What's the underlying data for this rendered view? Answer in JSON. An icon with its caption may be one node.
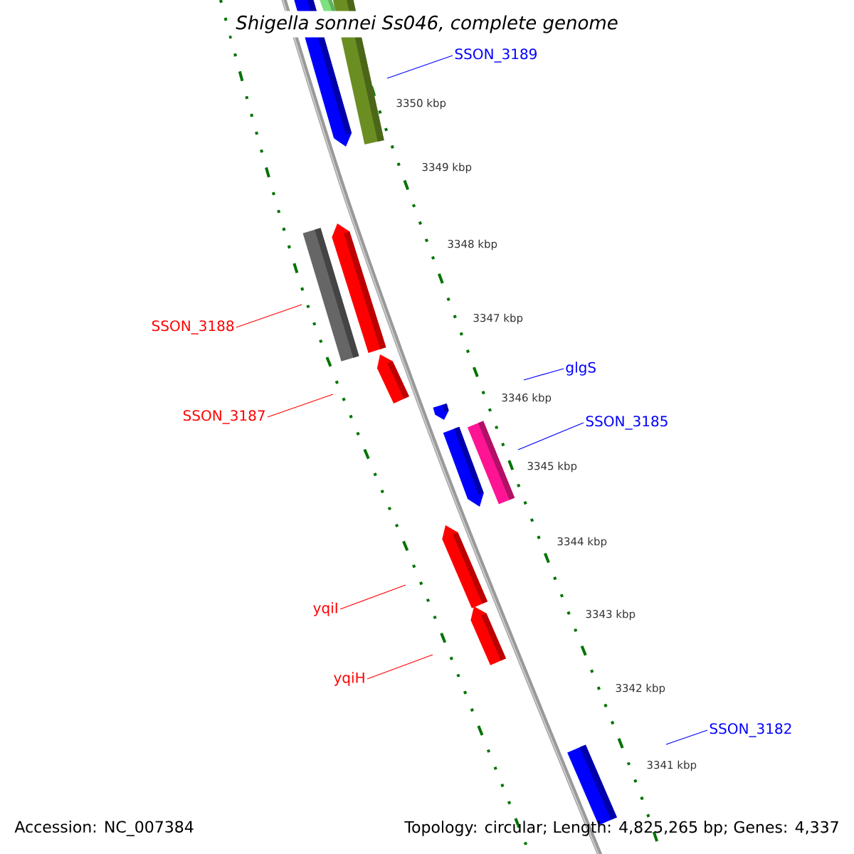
{
  "diagram": {
    "title": "Shigella sonnei Ss046, complete genome",
    "nodes": [
      {
        "text": [
          "SSON_3189"
        ]
      },
      {
        "text": [
          "SSON_3188"
        ]
      },
      {
        "text": [
          "glgS"
        ]
      },
      {
        "text": [
          "SSON_3187"
        ]
      },
      {
        "text": [
          "SSON_3185"
        ]
      },
      {
        "text": [
          "yqiI"
        ]
      },
      {
        "text": [
          "yqiH"
        ]
      },
      {
        "text": [
          "SSON_3182"
        ]
      }
    ],
    "edges": [
      {
        "from": 0,
        "to": null,
        "arrow": "none",
        "color": "#0000ff"
      },
      {
        "from": 1,
        "to": null,
        "arrow": "none",
        "color": "#ff0000"
      },
      {
        "from": 2,
        "to": null,
        "arrow": "none",
        "color": "#0000ff"
      },
      {
        "from": 3,
        "to": null,
        "arrow": "none",
        "color": "#ff0000"
      },
      {
        "from": 4,
        "to": null,
        "arrow": "none",
        "color": "#0000ff"
      },
      {
        "from": 5,
        "to": null,
        "arrow": "none",
        "color": "#ff0000"
      },
      {
        "from": 6,
        "to": null,
        "arrow": "none",
        "color": "#ff0000"
      },
      {
        "from": 7,
        "to": null,
        "arrow": "none",
        "color": "#0000ff"
      }
    ],
    "labels": [
      "3350 kbp",
      "3349 kbp",
      "3348 kbp",
      "3347 kbp",
      "3346 kbp",
      "3345 kbp",
      "3344 kbp",
      "3343 kbp",
      "3342 kbp",
      "3341 kbp",
      "Accession: NC_007384",
      "Topology: circular; Length: 4,825,265 bp; Genes: 4,337"
    ]
  }
}
